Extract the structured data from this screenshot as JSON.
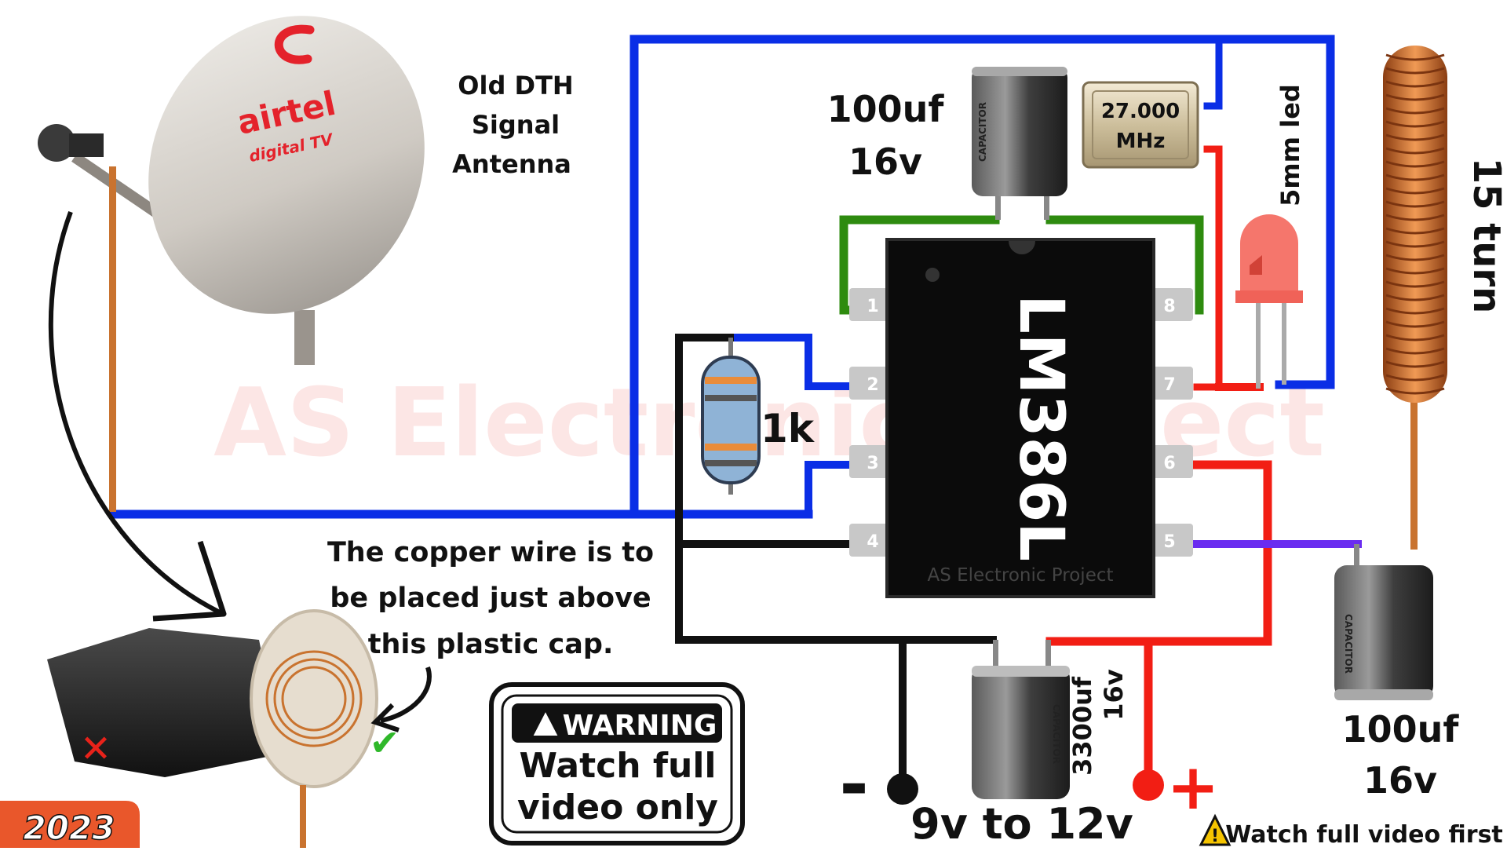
{
  "colors": {
    "blue": "#0a2ee6",
    "red": "#f21e14",
    "black": "#111111",
    "green": "#2e8b0f",
    "purple": "#6a2cf0",
    "copper": "#c9732f",
    "chip": "#0b0b0b",
    "badge": "#e9572b",
    "brand_red": "#e4222b",
    "brand_cyan": "#2aa6d6"
  },
  "antenna_label": [
    "Old DTH",
    "Signal",
    "Antenna"
  ],
  "dish_brand": {
    "name": "airtel",
    "sub": "digital TV"
  },
  "ic": {
    "name": "LM386L",
    "footer": "AS Electronic Project",
    "pins": [
      "1",
      "2",
      "3",
      "4",
      "5",
      "6",
      "7",
      "8"
    ]
  },
  "components": {
    "cap_top": {
      "value": "100uf",
      "voltage": "16v",
      "body_text": "CAPACITOR"
    },
    "crystal": {
      "line1": "27.000",
      "line2": "MHz"
    },
    "led": {
      "label": "5mm led"
    },
    "resistor": {
      "value": "1k"
    },
    "coil": {
      "label": "15 turn"
    },
    "cap_right": {
      "value": "100uf",
      "voltage": "16v",
      "body_text": "CAPACITOR"
    },
    "cap_bottom": {
      "value": "3300uf",
      "voltage": "16v",
      "body_text": "CAPACITOR"
    }
  },
  "supply": {
    "minus": "-",
    "plus": "+",
    "label": "9v to 12v"
  },
  "note": [
    "The copper wire is to",
    "be placed just above",
    "this plastic cap."
  ],
  "warning": {
    "title": "WARNING",
    "line1": "Watch full",
    "line2": "video only"
  },
  "watermark": "AS Electronic Project",
  "year_badge": "2023",
  "footer_note": "Watch full video first",
  "marks": {
    "cross": "✕",
    "check": "✔"
  }
}
